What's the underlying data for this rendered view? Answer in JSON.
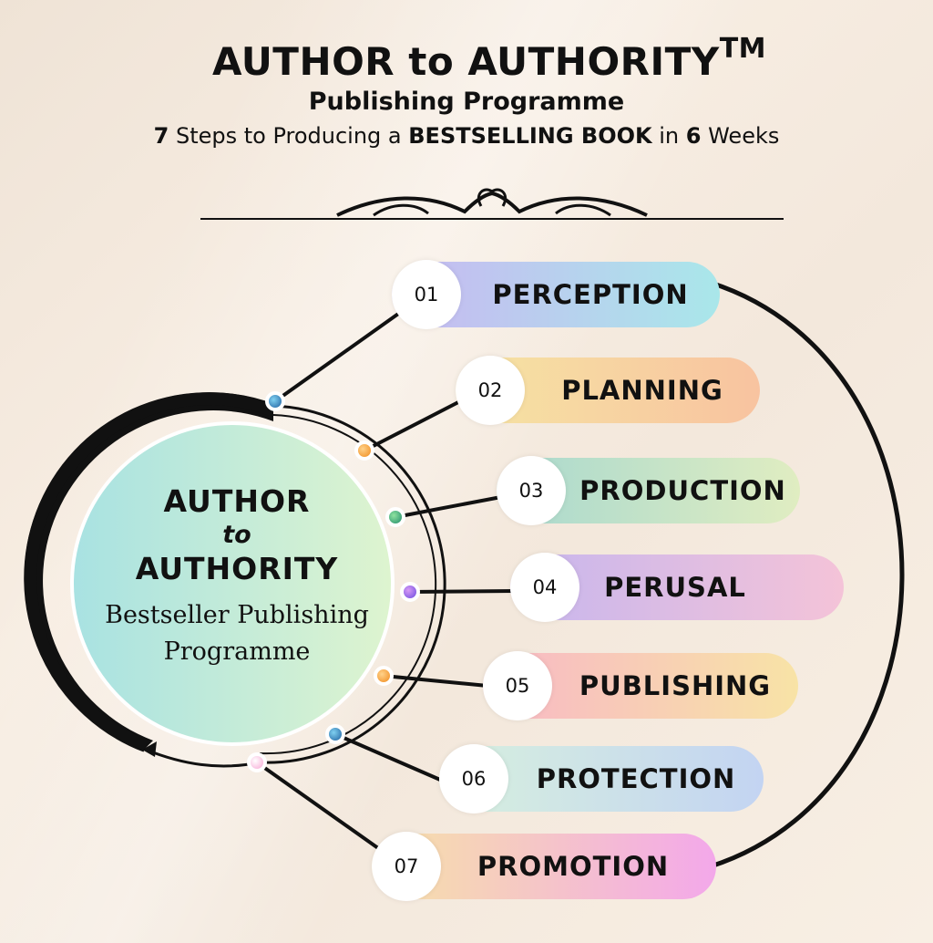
{
  "header": {
    "title": "AUTHOR to AUTHORITY",
    "title_mark": "TM",
    "subtitle": "Publishing Programme",
    "tagline": {
      "count_steps": "7",
      "part1": " Steps to Producing a ",
      "highlight": "BESTSELLING BOOK",
      "part2": " in ",
      "weeks": "6",
      "part3": " Weeks"
    }
  },
  "hub": {
    "line1": "AUTHOR",
    "line2": "to",
    "line3": "AUTHORITY",
    "subtitle": "Bestseller Publishing Programme"
  },
  "steps": [
    {
      "number": "01",
      "label": "PERCEPTION",
      "colors": [
        "#c8b8f2",
        "#a9e7ea"
      ]
    },
    {
      "number": "02",
      "label": "PLANNING",
      "colors": [
        "#f6e5a3",
        "#f8c3a0"
      ]
    },
    {
      "number": "03",
      "label": "PRODUCTION",
      "colors": [
        "#a7d8cf",
        "#e0edc1"
      ]
    },
    {
      "number": "04",
      "label": "PERUSAL",
      "colors": [
        "#c6b6ee",
        "#f4c3d8"
      ]
    },
    {
      "number": "05",
      "label": "PUBLISHING",
      "colors": [
        "#f8b7c6",
        "#f8e3a6"
      ]
    },
    {
      "number": "06",
      "label": "PROTECTION",
      "colors": [
        "#d7f0de",
        "#c3d4f2"
      ]
    },
    {
      "number": "07",
      "label": "PROMOTION",
      "colors": [
        "#f7e2a6",
        "#f3a8ea"
      ]
    }
  ]
}
